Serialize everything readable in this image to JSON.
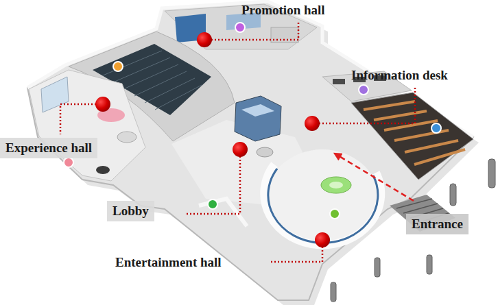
{
  "diagram": {
    "labels": [
      "Promotion hall",
      "Information desk",
      "Experience hall",
      "Lobby",
      "Entrance",
      "Entertainment hall"
    ]
  }
}
